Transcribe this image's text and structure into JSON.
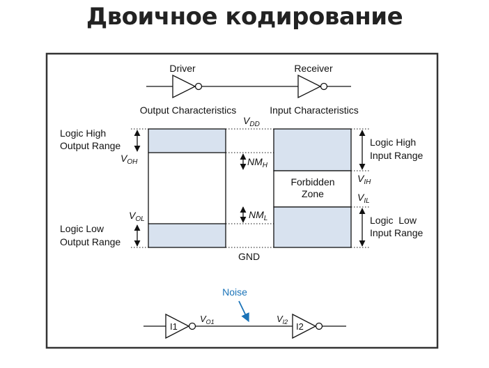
{
  "title": "Двоичное кодирование",
  "top_circuit": {
    "driver_label": "Driver",
    "receiver_label": "Receiver"
  },
  "headers": {
    "output": "Output Characteristics",
    "input": "Input Characteristics"
  },
  "levels": {
    "vdd": {
      "main": "V",
      "sub": "DD"
    },
    "gnd": "GND",
    "voh": {
      "main": "V",
      "sub": "OH"
    },
    "vol": {
      "main": "V",
      "sub": "OL"
    },
    "vih": {
      "main": "V",
      "sub": "IH"
    },
    "vil": {
      "main": "V",
      "sub": "IL"
    }
  },
  "margins": {
    "nmh": {
      "main": "NM",
      "sub": "H"
    },
    "nml": {
      "main": "NM",
      "sub": "L"
    }
  },
  "ranges": {
    "logic_high_output": [
      "Logic High",
      "Output Range"
    ],
    "logic_low_output": [
      "Logic Low",
      "Output Range"
    ],
    "logic_high_input": [
      "Logic High",
      "Input Range"
    ],
    "logic_low_input": [
      "Logic  Low",
      "Input Range"
    ],
    "forbidden_zone": [
      "Forbidden",
      "Zone"
    ]
  },
  "bottom_circuit": {
    "noise_label": "Noise",
    "gate1": "I1",
    "gate2": "I2",
    "vo1": {
      "main": "V",
      "sub": "O1"
    },
    "vi2": {
      "main": "V",
      "sub": "I2"
    }
  },
  "colors": {
    "region_fill": "#d8e2ef",
    "noise_blue": "#1a73b8",
    "frame_border": "#333333"
  }
}
